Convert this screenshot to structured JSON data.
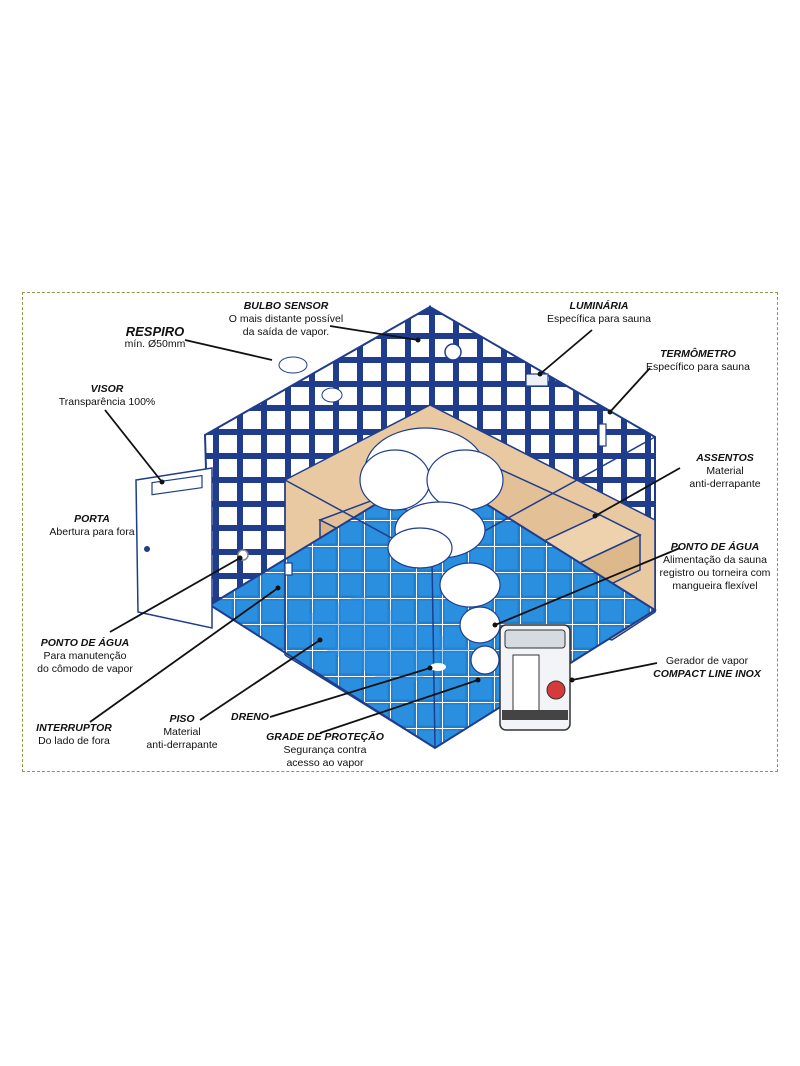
{
  "labels": {
    "bulbo": {
      "title": "BULBO SENSOR",
      "desc": [
        "O mais distante possível",
        "da saída de vapor."
      ]
    },
    "respiro": {
      "title": "RESPIRO",
      "desc": [
        "mín. Ø50mm"
      ]
    },
    "luminaria": {
      "title": "LUMINÁRIA",
      "desc": [
        "Específica para sauna"
      ]
    },
    "termometro": {
      "title": "TERMÔMETRO",
      "desc": [
        "Específico para sauna"
      ]
    },
    "visor": {
      "title": "VISOR",
      "desc": [
        "Transparência 100%"
      ]
    },
    "assentos": {
      "title": "ASSENTOS",
      "desc": [
        "Material",
        "anti-derrapante"
      ]
    },
    "porta": {
      "title": "PORTA",
      "desc": [
        "Abertura para fora"
      ]
    },
    "ponto_agua_sauna": {
      "title": "PONTO DE ÁGUA",
      "desc": [
        "Alimentação da sauna",
        "registro ou torneira com",
        "mangueira flexível"
      ]
    },
    "ponto_agua_manut": {
      "title": "PONTO DE ÁGUA",
      "desc": [
        "Para manutenção",
        "do cômodo de vapor"
      ]
    },
    "gerador": {
      "title": "",
      "desc": [
        "Gerador de vapor"
      ],
      "title2": "COMPACT LINE INOX"
    },
    "interruptor": {
      "title": "INTERRUPTOR",
      "desc": [
        "Do lado de fora"
      ]
    },
    "piso": {
      "title": "PISO",
      "desc": [
        "Material",
        "anti-derrapante"
      ]
    },
    "dreno": {
      "title": "DRENO",
      "desc": []
    },
    "grade": {
      "title": "GRADE DE PROTEÇÃO",
      "desc": [
        "Segurança contra",
        "acesso ao vapor"
      ]
    }
  },
  "colors": {
    "wall_blue": "#1f3d8c",
    "floor_blue": "#1e7fd0",
    "bench": "#e8c9a1",
    "frame": "#8a9a4a"
  },
  "icons": [
    "steam-cloud-icon",
    "lamp-icon",
    "thermometer-icon",
    "door-icon",
    "steam-generator-icon"
  ]
}
